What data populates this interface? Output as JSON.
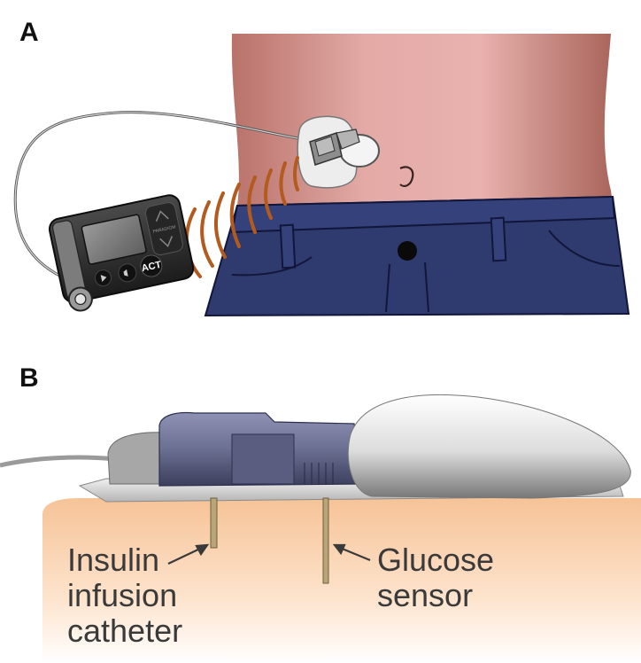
{
  "panels": {
    "a": {
      "label": "A"
    },
    "b": {
      "label": "B"
    }
  },
  "pump": {
    "act_button": "ACT"
  },
  "callouts": {
    "catheter": {
      "line1": "Insulin",
      "line2": "infusion",
      "line3": "catheter"
    },
    "sensor": {
      "line1": "Glucose",
      "line2": "sensor"
    }
  },
  "colors": {
    "skin": "#d9a39a",
    "jeans": "#2f3a6e",
    "signal_waves": "#b35a1f",
    "pump_body": "#2b2b2b",
    "tissue": "#f6c9a0",
    "device_housing": "#6b6f92"
  }
}
